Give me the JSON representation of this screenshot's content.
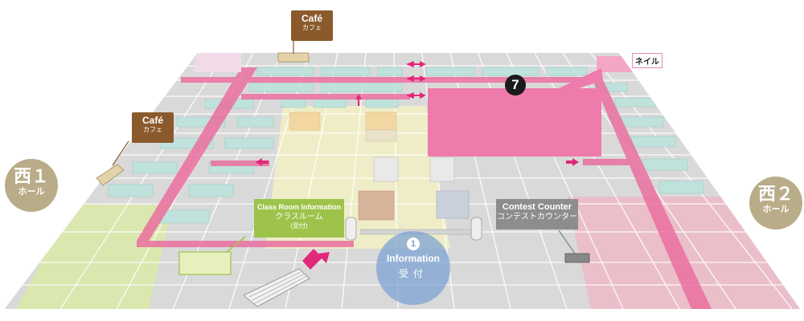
{
  "halls": {
    "west1": {
      "label": "西１",
      "sub": "ホール"
    },
    "west2": {
      "label": "西２",
      "sub": "ホール"
    }
  },
  "cafes": [
    {
      "label": "Café",
      "sub": "カフェ"
    },
    {
      "label": "Café",
      "sub": "カフェ"
    }
  ],
  "class_room": {
    "title": "Class Room Information",
    "sub": "クラスルーム",
    "note": "(受付)"
  },
  "contest": {
    "title": "Contest Counter",
    "sub": "コンテストカウンター"
  },
  "information": {
    "number": "1",
    "title": "Information",
    "sub": "受付"
  },
  "area7": {
    "number": "7",
    "tag": "ネイル"
  },
  "colors": {
    "floor": "#d8d8d8",
    "grid": "#ffffff",
    "aisle": "#ea6f9f",
    "area7": "#ef7aac",
    "booth": "#bfe3dc",
    "yellow_zone": "#f2efc2",
    "green_zone": "#dbeaa8",
    "pink_zone": "#eab5c4",
    "cafe": "#8a5a2c",
    "class_room": "#9dc34a",
    "contest": "#8d8d8d",
    "hall_badge": "#b9ac88",
    "info_circle": "#7aa0d2"
  }
}
